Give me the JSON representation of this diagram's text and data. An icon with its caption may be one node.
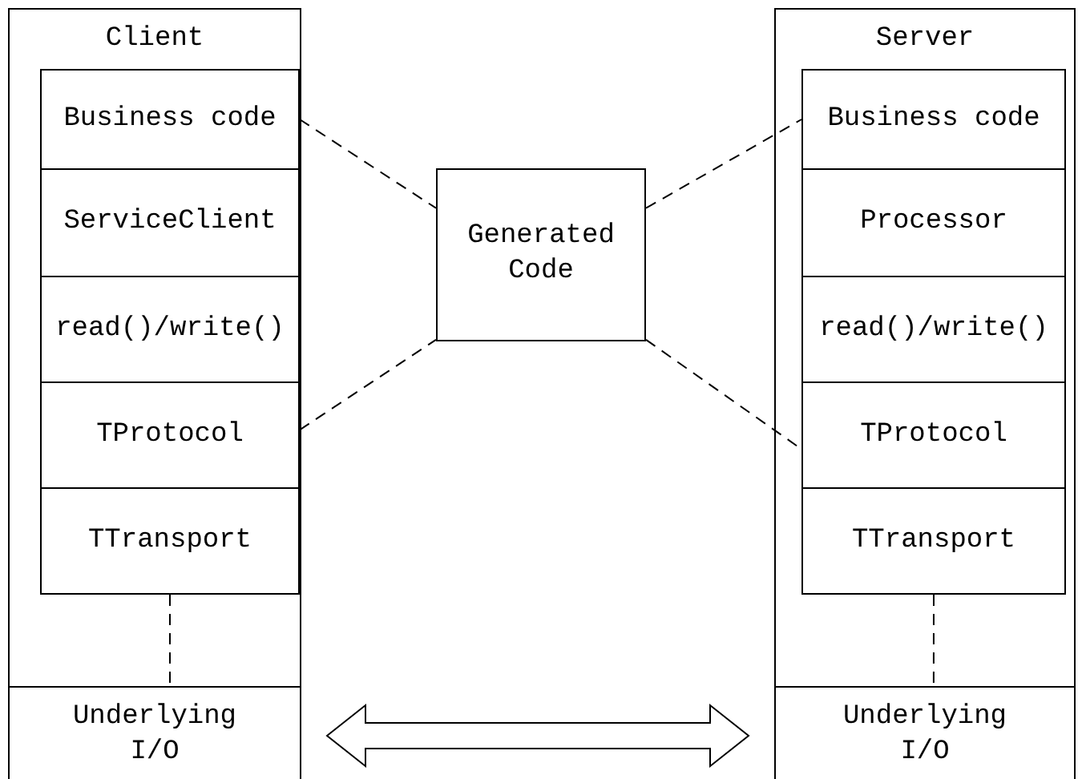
{
  "diagram": {
    "nodes": [
      {
        "text": [
          "Client"
        ]
      },
      {
        "text": [
          "Business code"
        ],
        "in": 0
      },
      {
        "text": [
          "ServiceClient"
        ],
        "in": 0
      },
      {
        "text": [
          "read()/write()"
        ],
        "in": 0
      },
      {
        "text": [
          "TProtocol"
        ],
        "in": 0
      },
      {
        "text": [
          "TTransport"
        ],
        "in": 0
      },
      {
        "text": [
          "Underlying I/O"
        ],
        "in": 0
      },
      {
        "text": [
          "Generated Code"
        ]
      },
      {
        "text": [
          "Server"
        ]
      },
      {
        "text": [
          "Business code"
        ],
        "in": 8
      },
      {
        "text": [
          "Processor"
        ],
        "in": 8
      },
      {
        "text": [
          "read()/write()"
        ],
        "in": 8
      },
      {
        "text": [
          "TProtocol"
        ],
        "in": 8
      },
      {
        "text": [
          "TTransport"
        ],
        "in": 8
      },
      {
        "text": [
          "Underlying I/O"
        ],
        "in": 8
      }
    ],
    "edges": [
      {
        "from": 1,
        "to": 7,
        "arrow": "none",
        "style": "dashed"
      },
      {
        "from": 4,
        "to": 7,
        "arrow": "none",
        "style": "dashed"
      },
      {
        "from": 7,
        "to": 9,
        "arrow": "none",
        "style": "dashed"
      },
      {
        "from": 7,
        "to": 12,
        "arrow": "none",
        "style": "dashed"
      },
      {
        "from": 5,
        "to": 6,
        "arrow": "none",
        "style": "dashed"
      },
      {
        "from": 13,
        "to": 14,
        "arrow": "none",
        "style": "dashed"
      },
      {
        "from": 6,
        "to": 14,
        "arrow": "both"
      }
    ]
  }
}
